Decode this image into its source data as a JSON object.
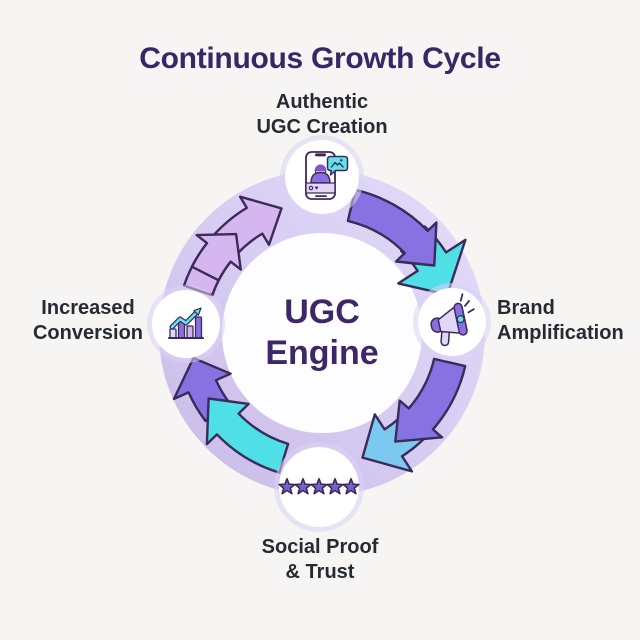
{
  "title": "Continuous Growth Cycle",
  "center": {
    "line1": "UGC",
    "line2": "Engine"
  },
  "nodes": {
    "top": {
      "line1": "Authentic",
      "line2": "UGC Creation",
      "icon": "smartphone-ugc"
    },
    "right": {
      "line1": "Brand",
      "line2": "Amplification",
      "icon": "megaphone"
    },
    "bottom": {
      "line1": "Social Proof",
      "line2": "& Trust",
      "icon": "five-star-rating"
    },
    "left": {
      "line1": "Increased",
      "line2": "Conversion",
      "icon": "growth-bar-chart"
    }
  },
  "cycle": {
    "direction": "clockwise",
    "order": [
      "top",
      "right",
      "bottom",
      "left"
    ]
  },
  "colors": {
    "background": "#f6f5f3",
    "title_text": "#3a2566",
    "label_text": "#262b33",
    "center_text": "#3e2768",
    "ring_dark": "#cbbde9",
    "ring_mid": "#d6cbf1",
    "ring_light": "#e0daf7",
    "arrow_lavender": "#d6b6ee",
    "arrow_purple": "#8672e0",
    "arrow_cyan": "#4fdfe7",
    "arrow_sky": "#7cc9f0",
    "arrow_outline": "#3b2a5a",
    "node_circle": "#ffffff",
    "node_halo": "#dcd2f5",
    "center_circle": "#fdfcfe",
    "icon_purple": "#8a6fe0",
    "icon_light": "#e2d7f7",
    "icon_cyan": "#63e3e9",
    "icon_skin": "#f2c9a4",
    "icon_hair": "#7b59d4",
    "star_fill": "#7b5fd0"
  }
}
